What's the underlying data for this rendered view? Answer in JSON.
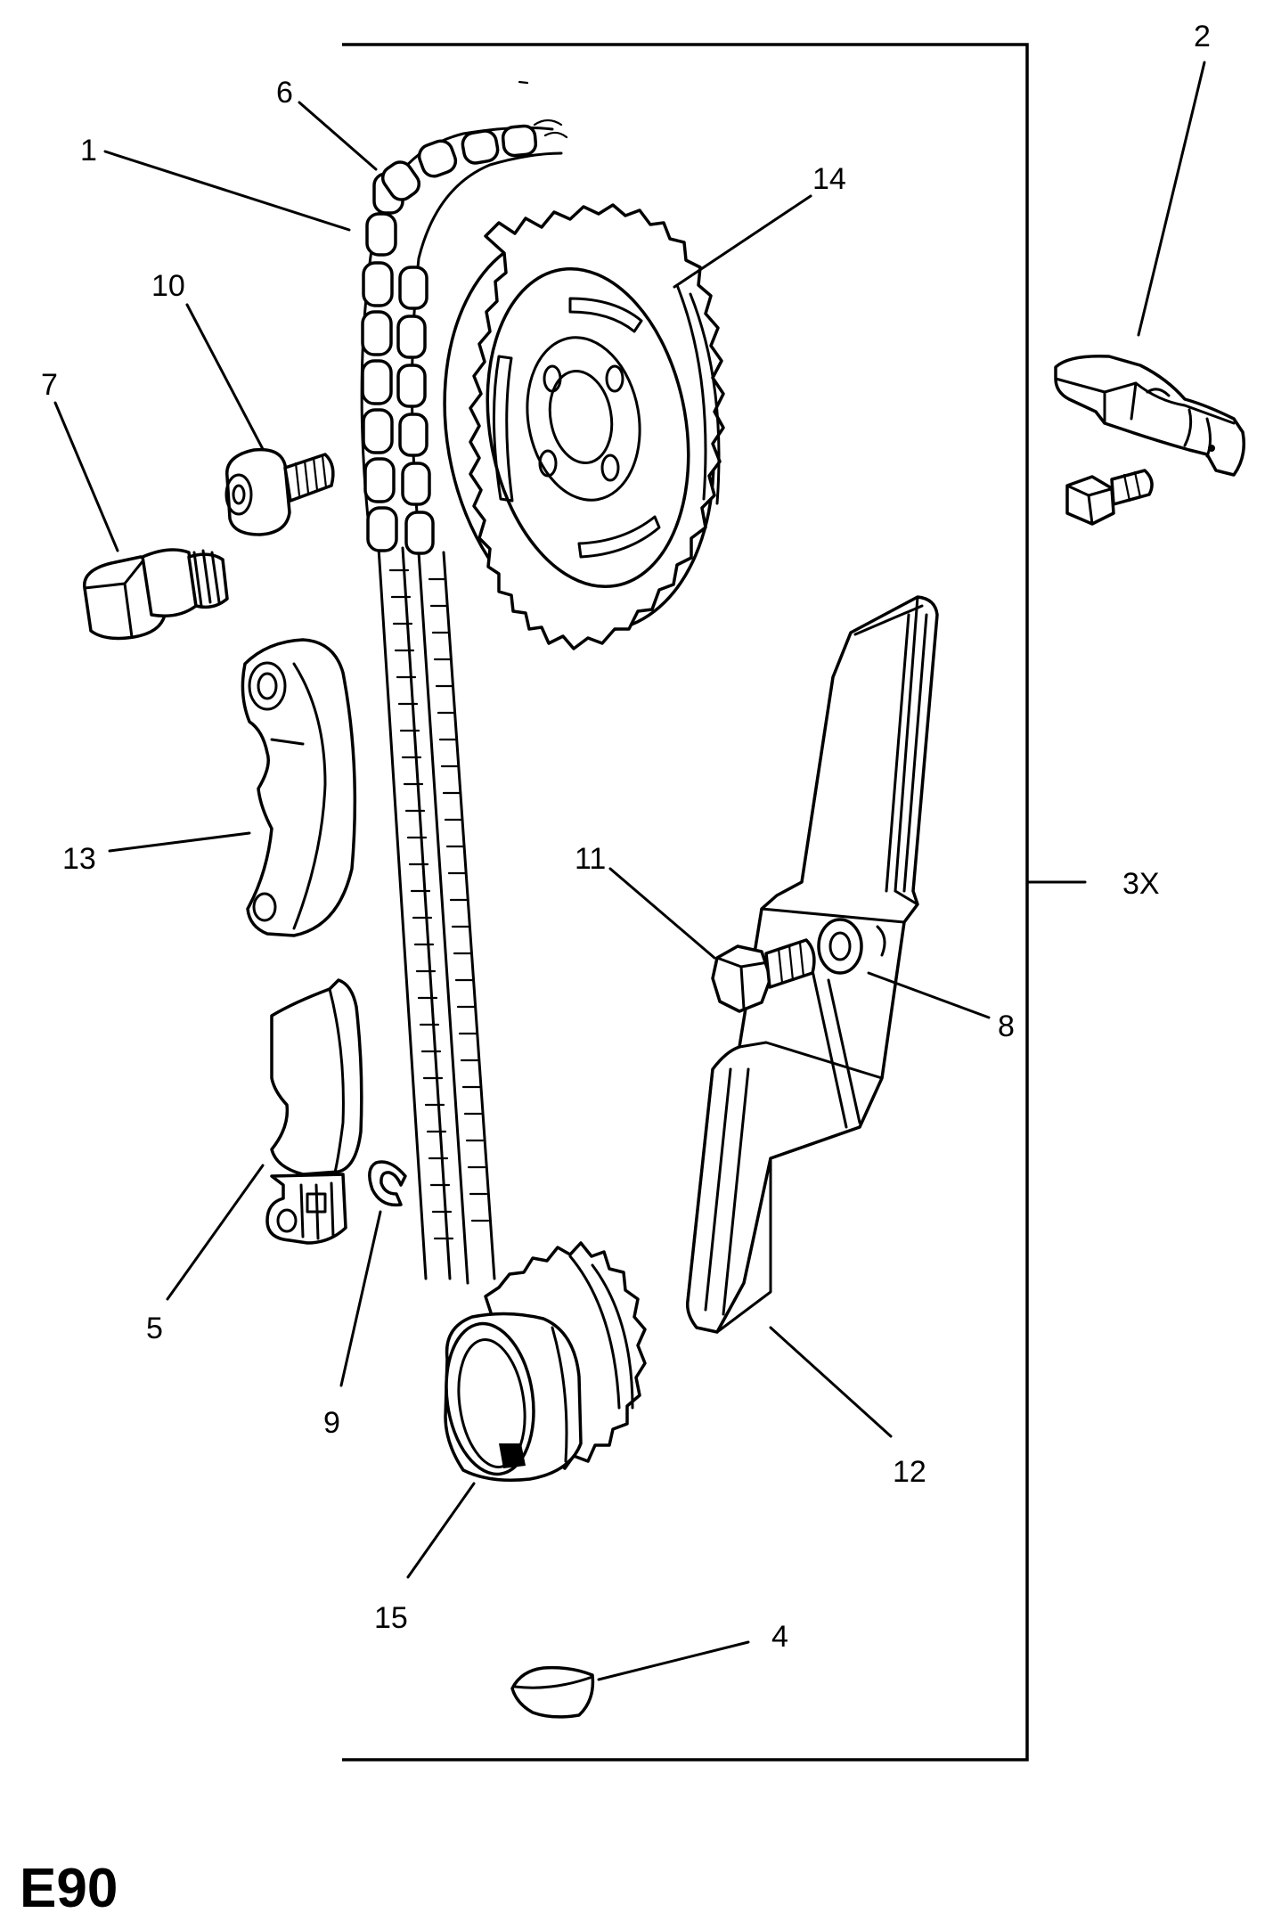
{
  "diagram_code": "E90",
  "callouts": {
    "c1": "1",
    "c2": "2",
    "c3x": "3X",
    "c4": "4",
    "c5": "5",
    "c6": "6",
    "c7": "7",
    "c8": "8",
    "c9": "9",
    "c10": "10",
    "c11": "11",
    "c12": "12",
    "c13": "13",
    "c14": "14",
    "c15": "15"
  }
}
